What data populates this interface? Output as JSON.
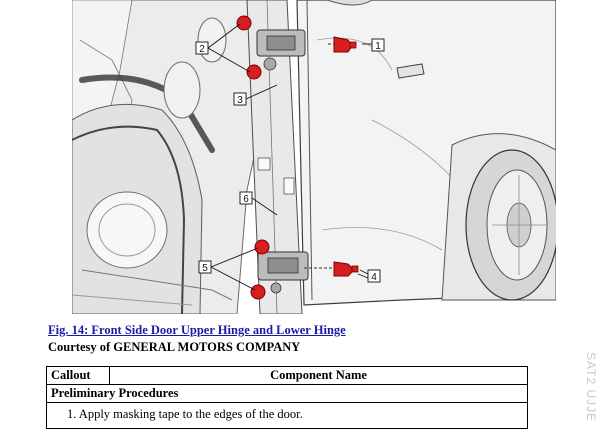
{
  "figure": {
    "callouts": [
      "1",
      "2",
      "3",
      "4",
      "5",
      "6"
    ],
    "accent_color": "#d81e1e"
  },
  "caption": {
    "title": "Fig. 14: Front Side Door Upper Hinge and Lower Hinge",
    "courtesy": "Courtesy of GENERAL MOTORS COMPANY"
  },
  "table": {
    "headers": [
      "Callout",
      "Component Name"
    ],
    "section": "Preliminary Procedures",
    "steps": [
      "1. Apply masking tape to the edges of the door."
    ]
  },
  "watermark": "SAT2 UJJE"
}
